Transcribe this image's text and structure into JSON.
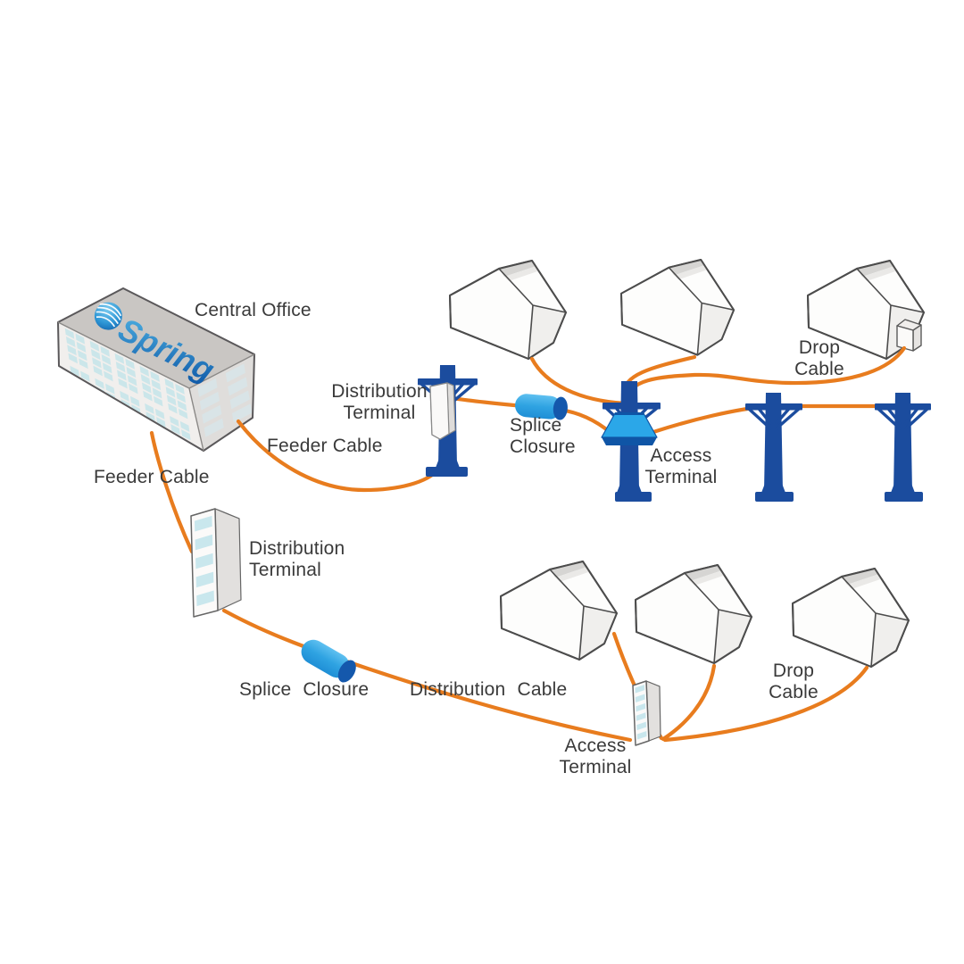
{
  "diagram_type": "ftth-fiber-network-diagram",
  "logo": {
    "text": "Spring"
  },
  "labels": {
    "central_office": "Central Office",
    "feeder_cable_right": "Feeder Cable",
    "feeder_cable_left": "Feeder Cable",
    "distribution_terminal_pole": "Distribution\nTerminal",
    "splice_closure_pole": "Splice\nClosure",
    "access_terminal_pole": "Access\nTerminal",
    "drop_cable_top": "Drop\nCable",
    "distribution_terminal_cabinet": "Distribution\nTerminal",
    "splice_closure_ground": "Splice Closure",
    "distribution_cable": "Distribution Cable",
    "drop_cable_bottom": "Drop\nCable",
    "access_terminal_cabinet": "Access\nTerminal"
  },
  "colors": {
    "cable": "#E87C1E",
    "pole": "#1B4C9E",
    "splice_light": "#5FC0F0",
    "splice_dark": "#1F8FD6",
    "splice_cap": "#1458AC",
    "funnel": "#2BA7E8",
    "funnel_rim": "#0F55A6",
    "text": "#3A3A3A",
    "logo_light": "#4FB3E4",
    "logo_dark": "#0C55A5"
  }
}
